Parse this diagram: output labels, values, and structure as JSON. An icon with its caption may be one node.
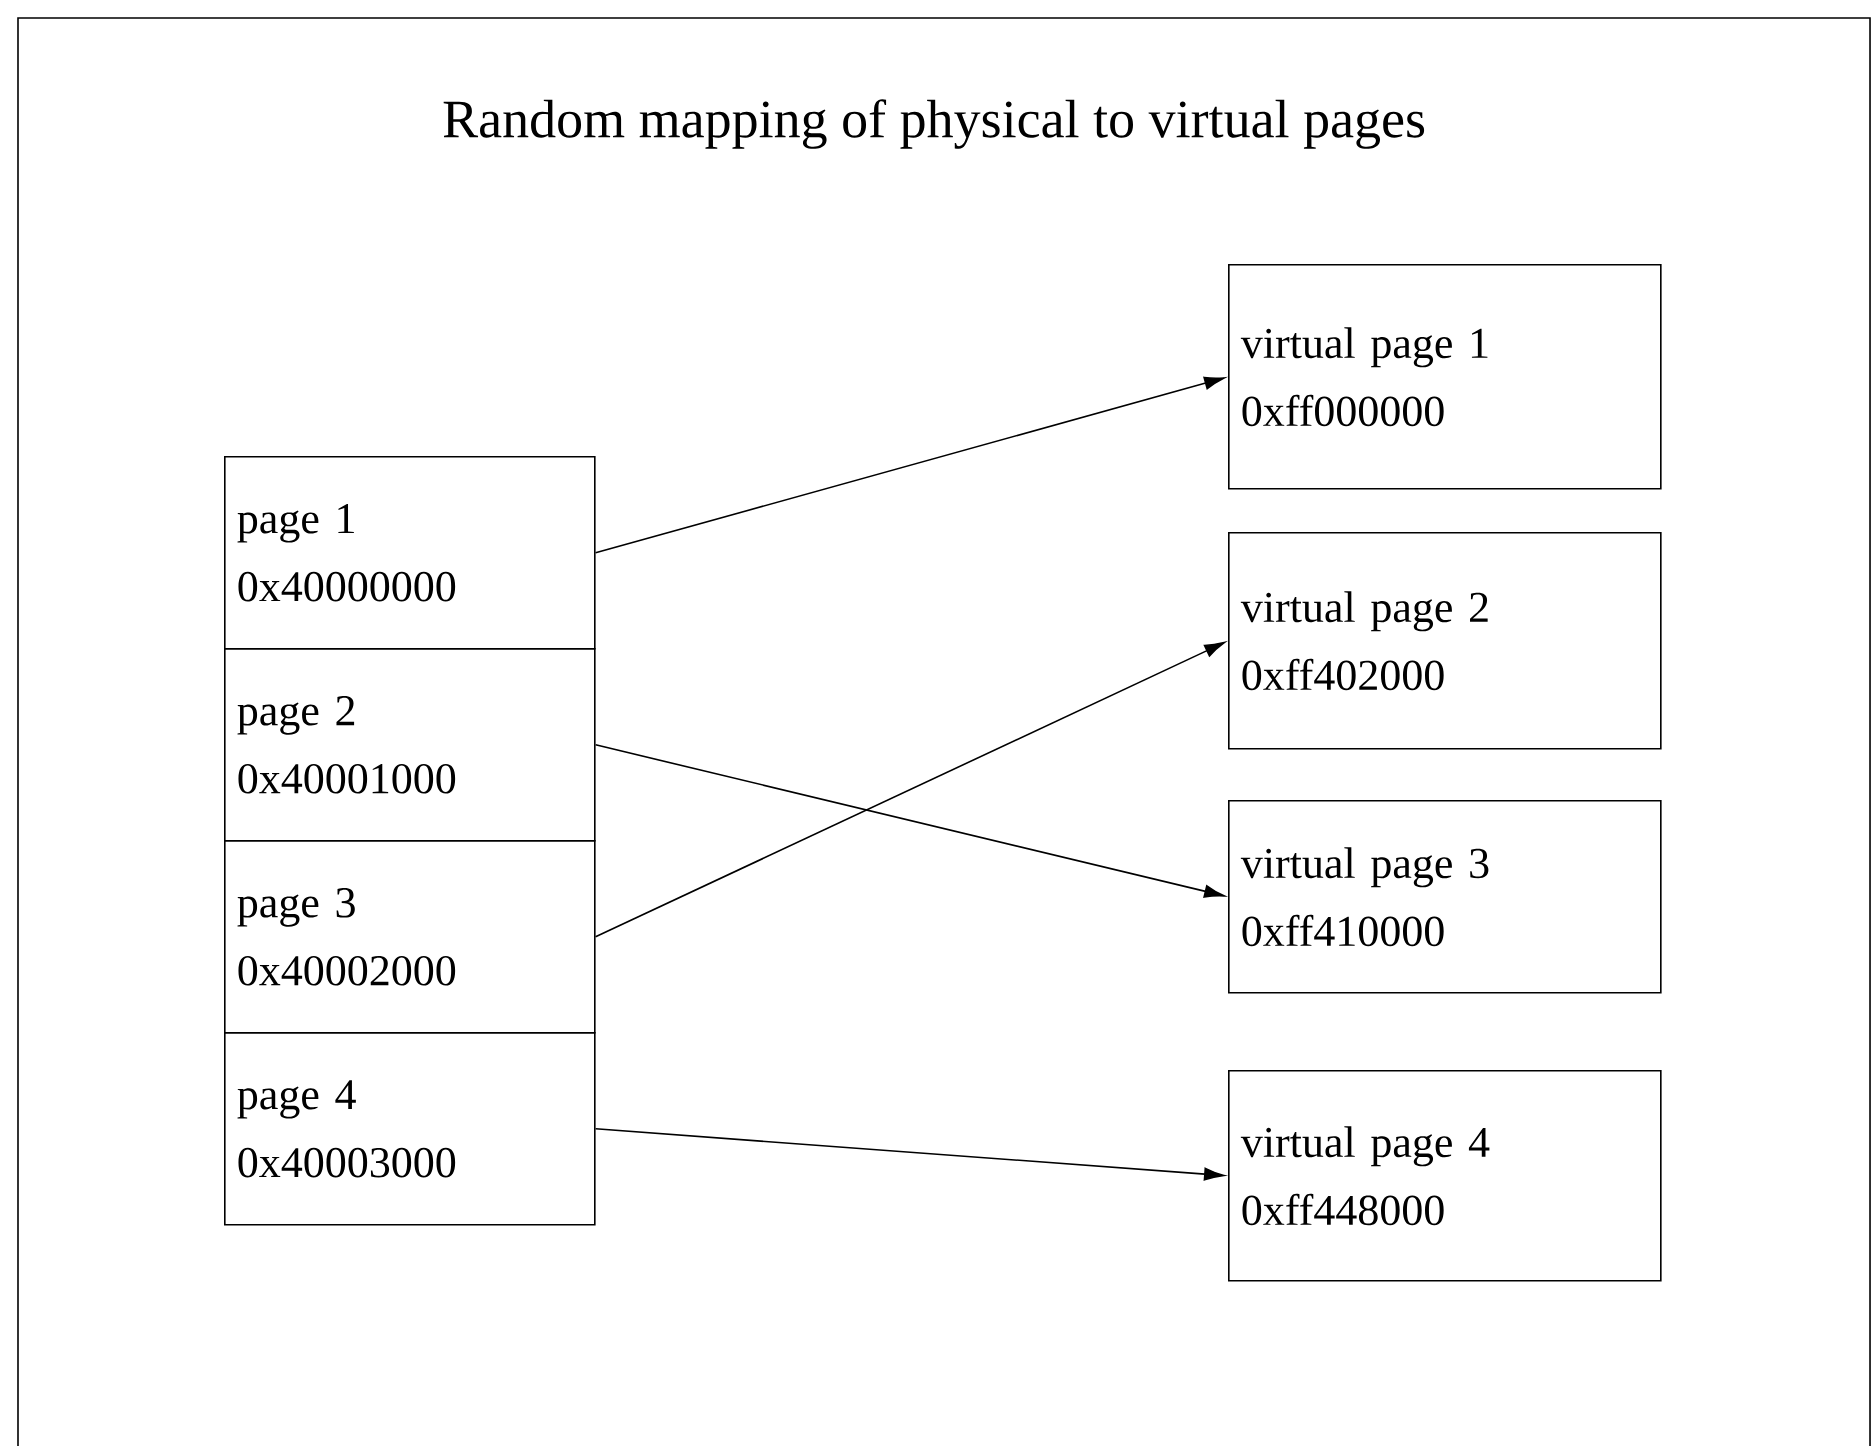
{
  "diagram": {
    "title": "Random mapping of physical to virtual pages",
    "nodes": [
      {
        "text": [
          "page 1",
          "0x40000000"
        ]
      },
      {
        "text": [
          "page 2",
          "0x40001000"
        ]
      },
      {
        "text": [
          "page 3",
          "0x40002000"
        ]
      },
      {
        "text": [
          "page 4",
          "0x40003000"
        ]
      },
      {
        "text": [
          "virtual page 1",
          "0xff000000"
        ]
      },
      {
        "text": [
          "virtual page 2",
          "0xff402000"
        ]
      },
      {
        "text": [
          "virtual page 3",
          "0xff410000"
        ]
      },
      {
        "text": [
          "virtual page 4",
          "0xff448000"
        ]
      }
    ],
    "edges": [
      {
        "from": 0,
        "to": 4,
        "arrow": "to"
      },
      {
        "from": 1,
        "to": 6,
        "arrow": "to"
      },
      {
        "from": 2,
        "to": 5,
        "arrow": "to"
      },
      {
        "from": 3,
        "to": 7,
        "arrow": "to"
      }
    ]
  }
}
